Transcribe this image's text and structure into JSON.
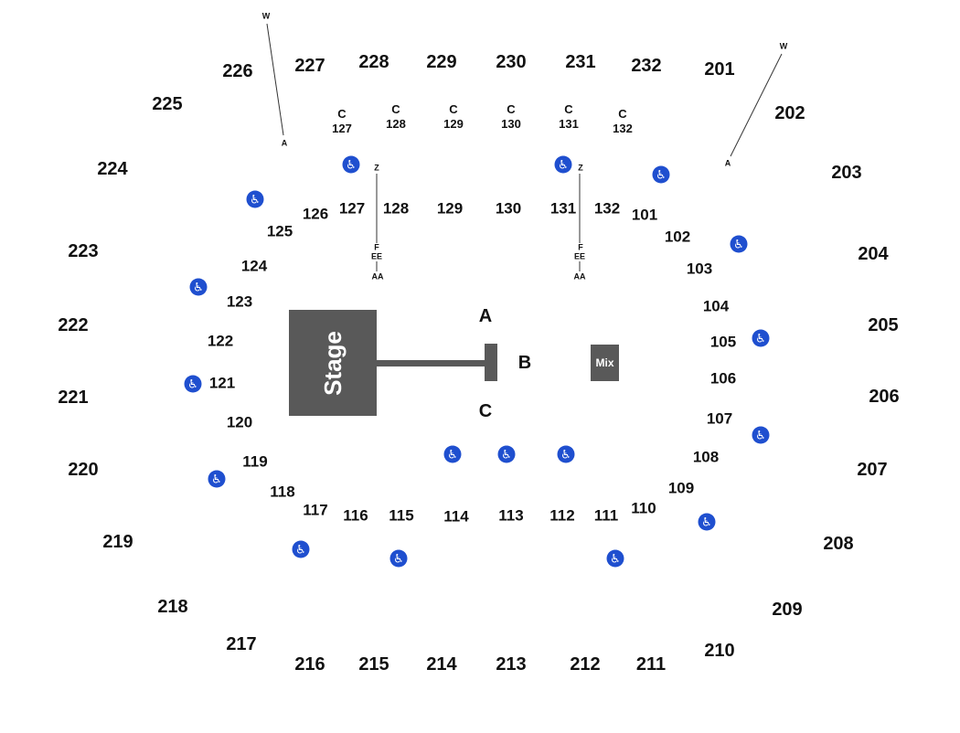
{
  "stage_label": "Stage",
  "mix_label": "Mix",
  "accessible_icon": "wheelchair-icon",
  "colors": {
    "stage_fill": "#595959",
    "accessible_blue": "#1f4fcf",
    "text": "#111111"
  },
  "floor_sections": [
    "A",
    "B",
    "C"
  ],
  "upper_sections": [
    "201",
    "202",
    "203",
    "204",
    "205",
    "206",
    "207",
    "208",
    "209",
    "210",
    "211",
    "212",
    "213",
    "214",
    "215",
    "216",
    "217",
    "218",
    "219",
    "220",
    "221",
    "222",
    "223",
    "224",
    "225",
    "226",
    "227",
    "228",
    "229",
    "230",
    "231",
    "232"
  ],
  "lower_sections": [
    "101",
    "102",
    "103",
    "104",
    "105",
    "106",
    "107",
    "108",
    "109",
    "110",
    "111",
    "112",
    "113",
    "114",
    "115",
    "116",
    "117",
    "118",
    "119",
    "120",
    "121",
    "122",
    "123",
    "124",
    "125",
    "126",
    "127",
    "128",
    "129",
    "130",
    "131",
    "132"
  ],
  "c_row_sections": [
    {
      "row": "C",
      "section": "127"
    },
    {
      "row": "C",
      "section": "128"
    },
    {
      "row": "C",
      "section": "129"
    },
    {
      "row": "C",
      "section": "130"
    },
    {
      "row": "C",
      "section": "131"
    },
    {
      "row": "C",
      "section": "132"
    }
  ],
  "row_markers": {
    "left_diagonal": [
      "W",
      "A"
    ],
    "right_diagonal": [
      "W",
      "A"
    ],
    "left_vertical": [
      "Z",
      "F",
      "EE",
      "AA"
    ],
    "right_vertical": [
      "Z",
      "F",
      "EE",
      "AA"
    ]
  }
}
